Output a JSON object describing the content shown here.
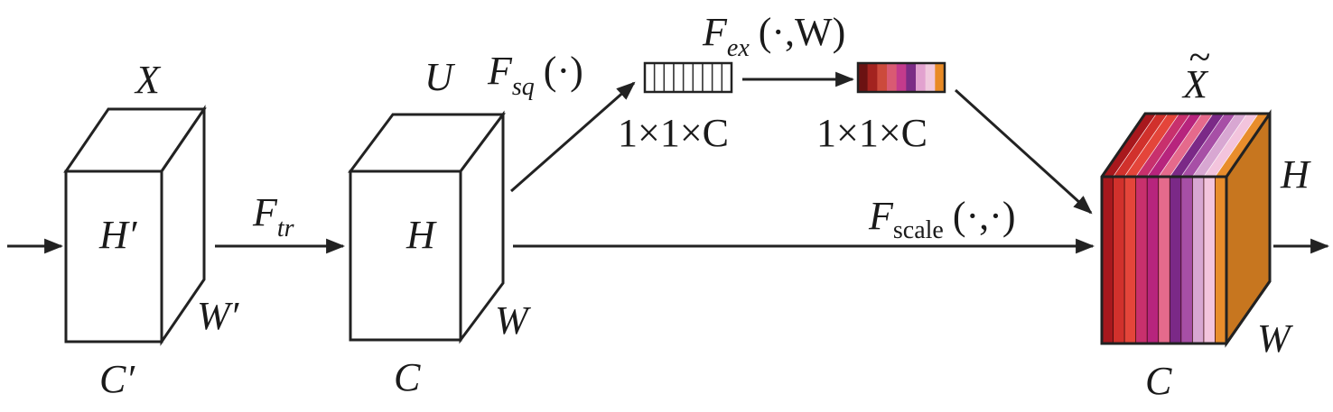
{
  "labels": {
    "input_tensor": "X",
    "input_height": "H′",
    "input_width": "W′",
    "input_channels": "C′",
    "transform_F": "F",
    "transform_sub": "tr",
    "feature_tensor": "U",
    "feature_height": "H",
    "feature_width": "W",
    "feature_channels": "C",
    "squeeze_F": "F",
    "squeeze_sub": "sq",
    "squeeze_args": "(·)",
    "excite_F": "F",
    "excite_sub": "ex",
    "excite_args": "(·,W)",
    "squeeze_dims": "1×1×C",
    "excite_dims": "1×1×C",
    "scale_F": "F",
    "scale_sub": "scale",
    "scale_args": "(·,·)",
    "output_tensor": "X",
    "output_tilde": "~",
    "output_height": "H",
    "output_width": "W",
    "output_channels": "C"
  },
  "colors": {
    "line": "#222222",
    "excite_stripes": [
      "#6b1212",
      "#a3231f",
      "#cc4a3c",
      "#d95a73",
      "#c33b8c",
      "#7b2c85",
      "#e2a2cf",
      "#f0c9dd",
      "#e88a25"
    ],
    "output_front_stripes": [
      "#a8181d",
      "#d1312c",
      "#e4453a",
      "#c8306d",
      "#b7247d",
      "#e56a8c",
      "#7b2987",
      "#a74fa6",
      "#d8a7d2",
      "#f3c4dd",
      "#e88d2c"
    ],
    "output_side": "#c7761f"
  },
  "squeeze_cells": 9
}
